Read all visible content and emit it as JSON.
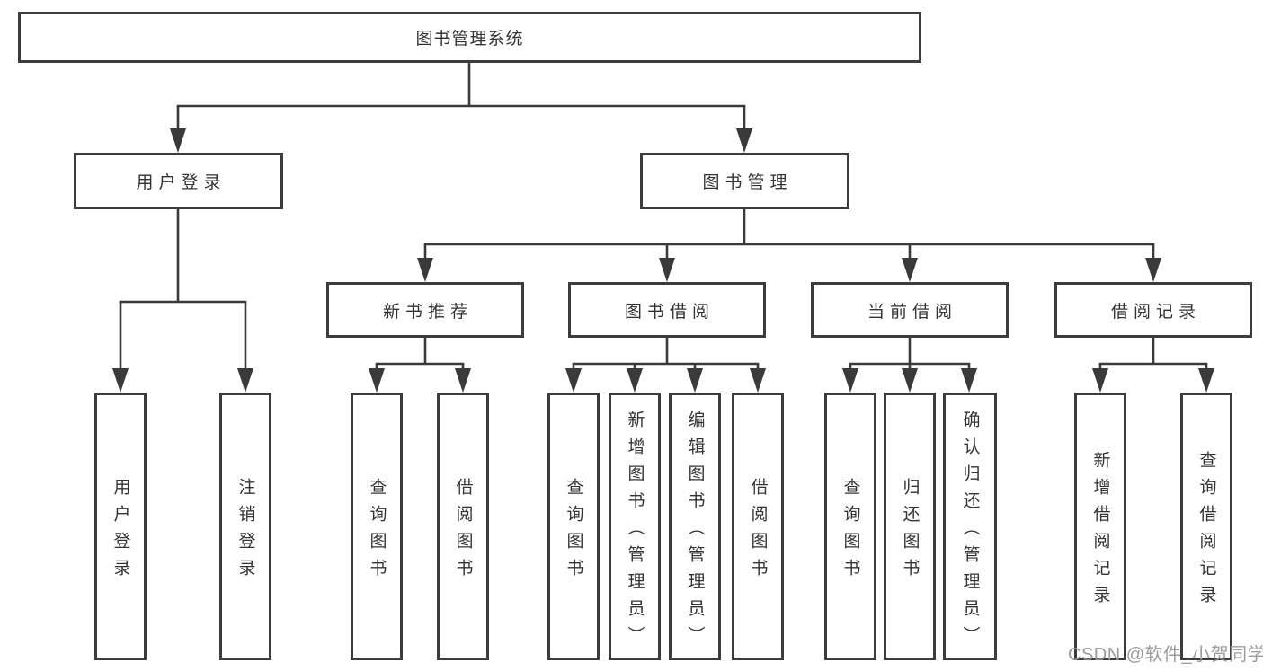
{
  "diagram": {
    "root": {
      "label": "图书管理系统"
    },
    "user_branch": {
      "label": "用户登录",
      "children": [
        {
          "label": "用户登录"
        },
        {
          "label": "注销登录"
        }
      ]
    },
    "book_branch": {
      "label": "图书管理",
      "children": [
        {
          "label": "新书推荐",
          "children": [
            {
              "label": "查询图书"
            },
            {
              "label": "借阅图书"
            }
          ]
        },
        {
          "label": "图书借阅",
          "children": [
            {
              "label": "查询图书"
            },
            {
              "label": "新增图书（管理员）"
            },
            {
              "label": "编辑图书（管理员）"
            },
            {
              "label": "借阅图书"
            }
          ]
        },
        {
          "label": "当前借阅",
          "children": [
            {
              "label": "查询图书"
            },
            {
              "label": "归还图书"
            },
            {
              "label": "确认归还（管理员）"
            }
          ]
        },
        {
          "label": "借阅记录",
          "children": [
            {
              "label": "新增借阅记录"
            },
            {
              "label": "查询借阅记录"
            }
          ]
        }
      ]
    }
  },
  "watermark": {
    "text": "CSDN @软件_小贺同学"
  },
  "colors": {
    "line": "#3a3a3a",
    "box_border": "#3c3c3c",
    "text": "#333333",
    "watermark": "#949494"
  }
}
